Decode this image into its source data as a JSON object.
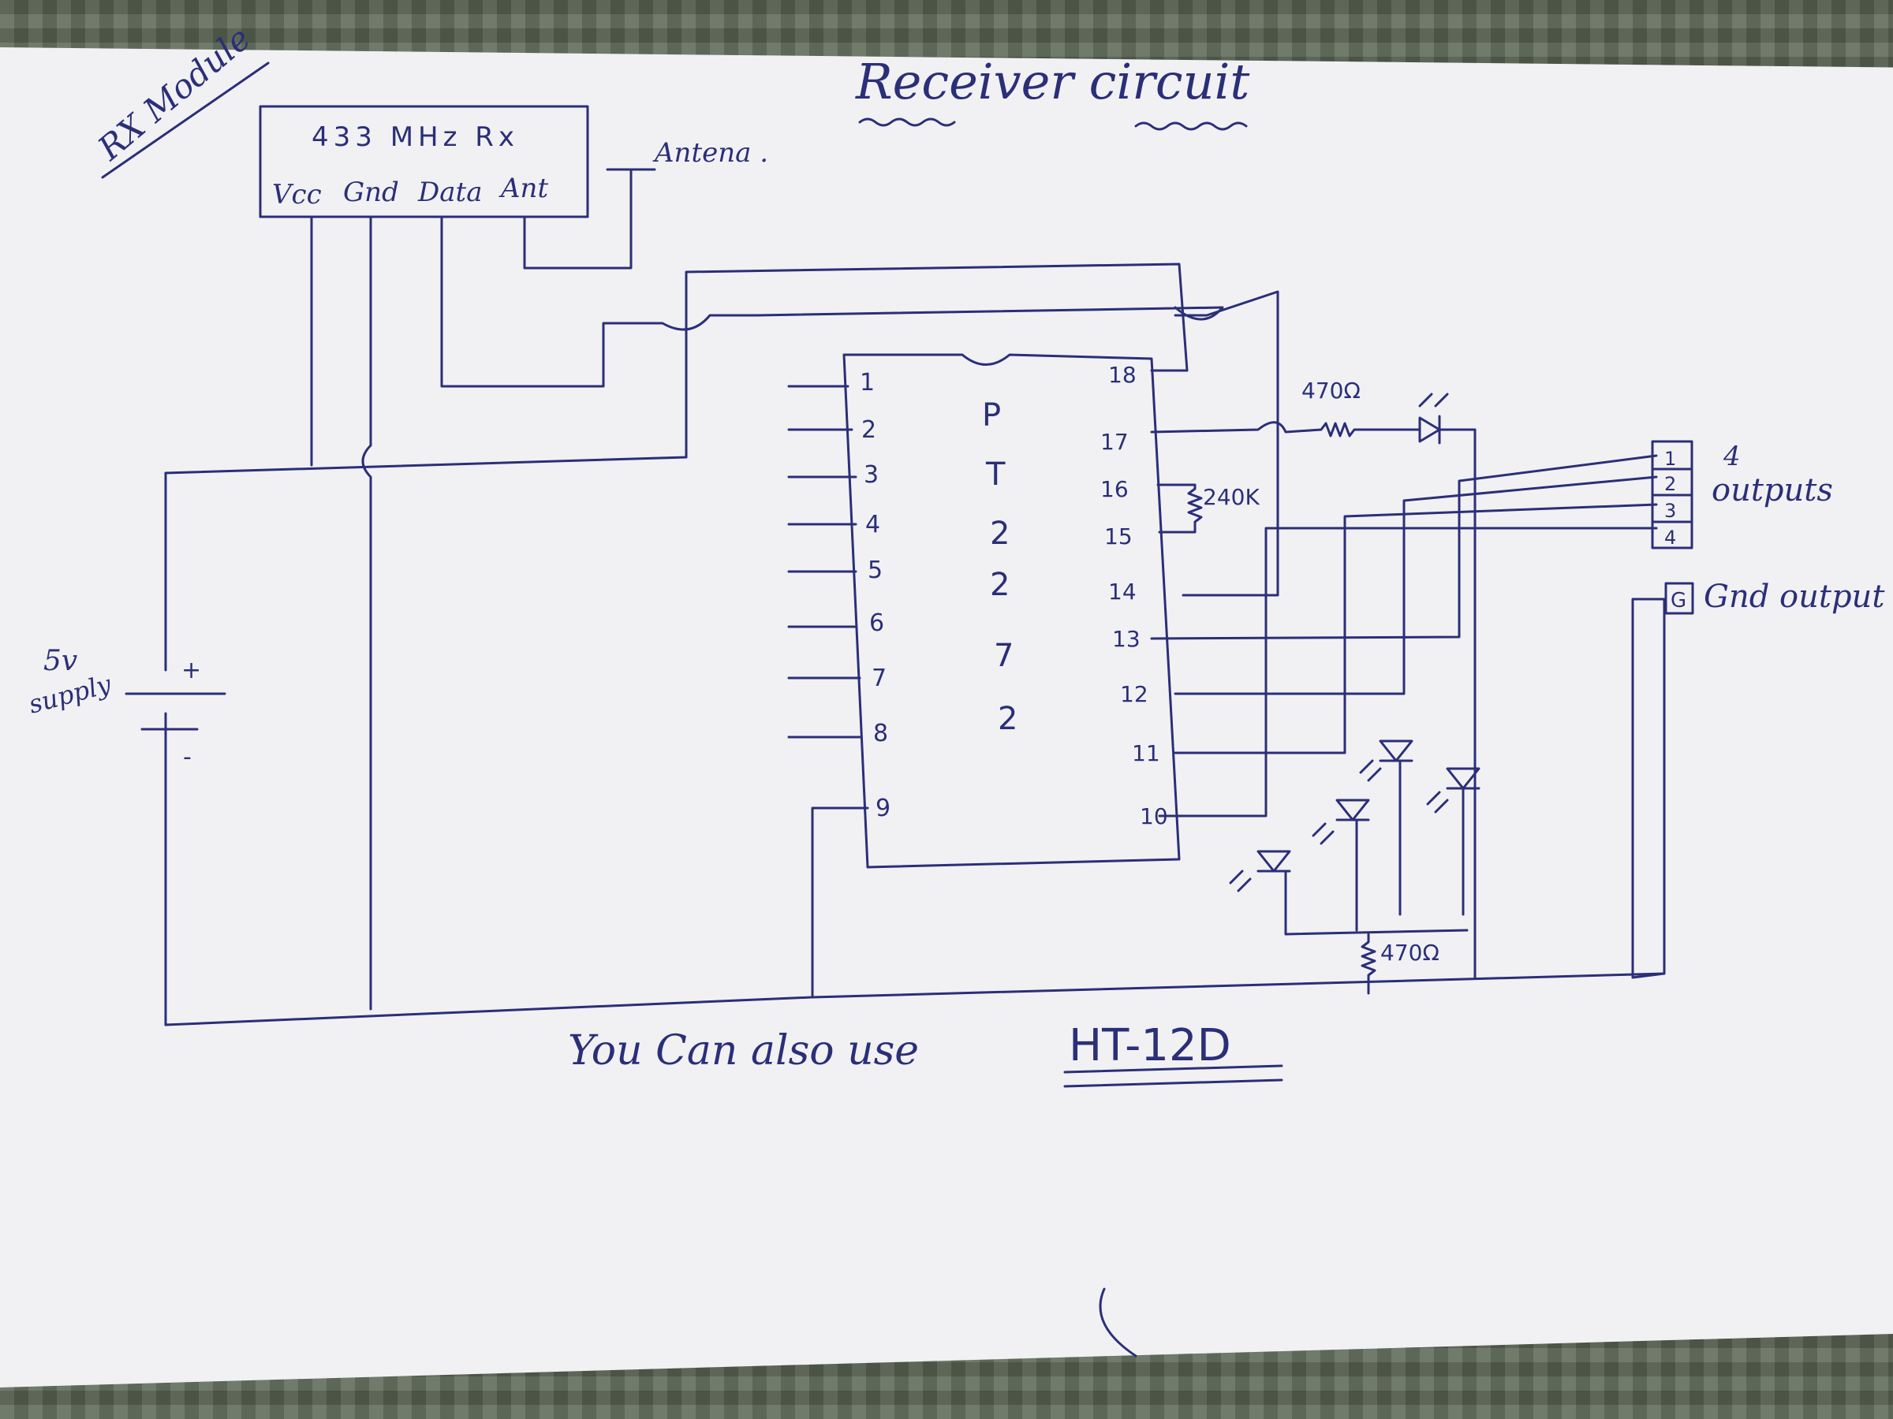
{
  "title": "Receiver circuit",
  "module_label": "RX Module",
  "rx_module": {
    "name": "433 MHz Rx",
    "pins": [
      "Vcc",
      "Gnd",
      "Data",
      "Ant"
    ],
    "antenna_label": "Antena ."
  },
  "ic": {
    "label_chars": [
      "P",
      "T",
      "2",
      "2",
      "7",
      "2"
    ],
    "left_pins": [
      "1",
      "2",
      "3",
      "4",
      "5",
      "6",
      "7",
      "8",
      "9"
    ],
    "right_pins": [
      "18",
      "17",
      "16",
      "15",
      "14",
      "13",
      "12",
      "11",
      "10"
    ]
  },
  "supply": {
    "voltage": "5v",
    "label": "supply",
    "plus": "+",
    "minus": "-"
  },
  "resistors": {
    "osc": "240K",
    "led_top": "470Ω",
    "led_bottom": "470Ω"
  },
  "outputs": {
    "numbers": [
      "1",
      "2",
      "3",
      "4"
    ],
    "label_count": "4",
    "label": "outputs",
    "gnd_box": "G",
    "gnd_label": "Gnd output"
  },
  "note": {
    "text": "You Can also use",
    "part": "HT-12D"
  }
}
